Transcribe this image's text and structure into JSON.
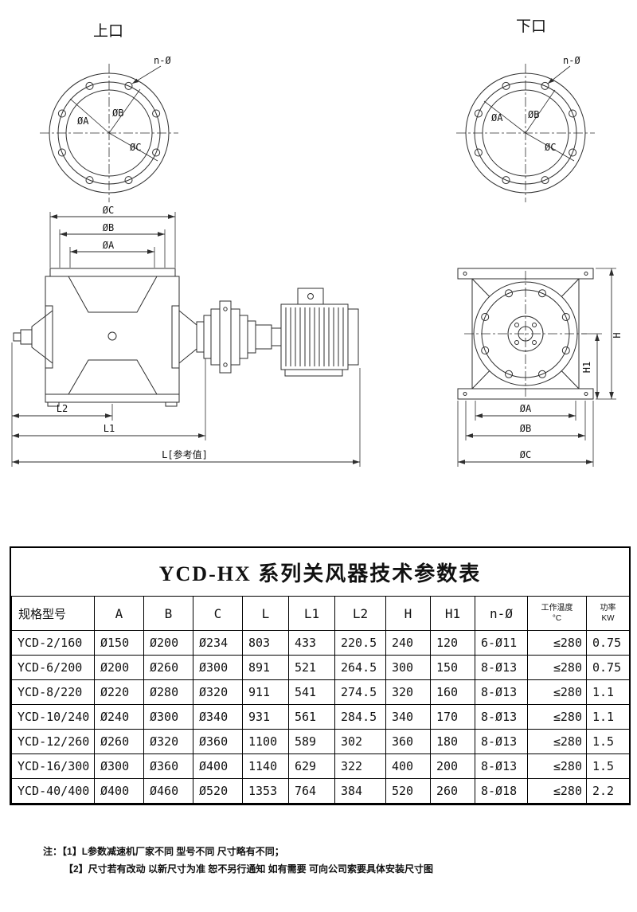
{
  "drawings": {
    "top_left_flange": {
      "label": "上口",
      "hole_label": "n-Ø",
      "dim_a": "ØA",
      "dim_b": "ØB",
      "dim_c": "ØC"
    },
    "top_right_flange": {
      "label": "下口",
      "hole_label": "n-Ø",
      "dim_a": "ØA",
      "dim_b": "ØB",
      "dim_c": "ØC"
    },
    "side_view": {
      "dim_c": "ØC",
      "dim_b": "ØB",
      "dim_a": "ØA",
      "dim_l2": "L2",
      "dim_l1": "L1",
      "dim_l": "L[参考值]"
    },
    "front_view": {
      "dim_h": "H",
      "dim_h1": "H1",
      "dim_a": "ØA",
      "dim_b": "ØB",
      "dim_c": "ØC"
    }
  },
  "table": {
    "title": "YCD-HX 系列关风器技术参数表",
    "headers": {
      "model": "规格型号",
      "a": "A",
      "b": "B",
      "c": "C",
      "l": "L",
      "l1": "L1",
      "l2": "L2",
      "h": "H",
      "h1": "H1",
      "n": "n-Ø",
      "temp_line1": "工作温度",
      "temp_line2": "°C",
      "power_line1": "功率",
      "power_line2": "KW"
    },
    "rows": [
      [
        "YCD-2/160",
        "Ø150",
        "Ø200",
        "Ø234",
        "803",
        "433",
        "220.5",
        "240",
        "120",
        "6-Ø11",
        "≤280",
        "0.75"
      ],
      [
        "YCD-6/200",
        "Ø200",
        "Ø260",
        "Ø300",
        "891",
        "521",
        "264.5",
        "300",
        "150",
        "8-Ø13",
        "≤280",
        "0.75"
      ],
      [
        "YCD-8/220",
        "Ø220",
        "Ø280",
        "Ø320",
        "911",
        "541",
        "274.5",
        "320",
        "160",
        "8-Ø13",
        "≤280",
        "1.1"
      ],
      [
        "YCD-10/240",
        "Ø240",
        "Ø300",
        "Ø340",
        "931",
        "561",
        "284.5",
        "340",
        "170",
        "8-Ø13",
        "≤280",
        "1.1"
      ],
      [
        "YCD-12/260",
        "Ø260",
        "Ø320",
        "Ø360",
        "1100",
        "589",
        "302",
        "360",
        "180",
        "8-Ø13",
        "≤280",
        "1.5"
      ],
      [
        "YCD-16/300",
        "Ø300",
        "Ø360",
        "Ø400",
        "1140",
        "629",
        "322",
        "400",
        "200",
        "8-Ø13",
        "≤280",
        "1.5"
      ],
      [
        "YCD-40/400",
        "Ø400",
        "Ø460",
        "Ø520",
        "1353",
        "764",
        "384",
        "520",
        "260",
        "8-Ø18",
        "≤280",
        "2.2"
      ]
    ]
  },
  "notes": {
    "prefix": "注：",
    "note1": "【1】L参数减速机厂家不同 型号不同 尺寸略有不同；",
    "note2": "【2】尺寸若有改动 以新尺寸为准 恕不另行通知 如有需要 可向公司索要具体安装尺寸图"
  }
}
